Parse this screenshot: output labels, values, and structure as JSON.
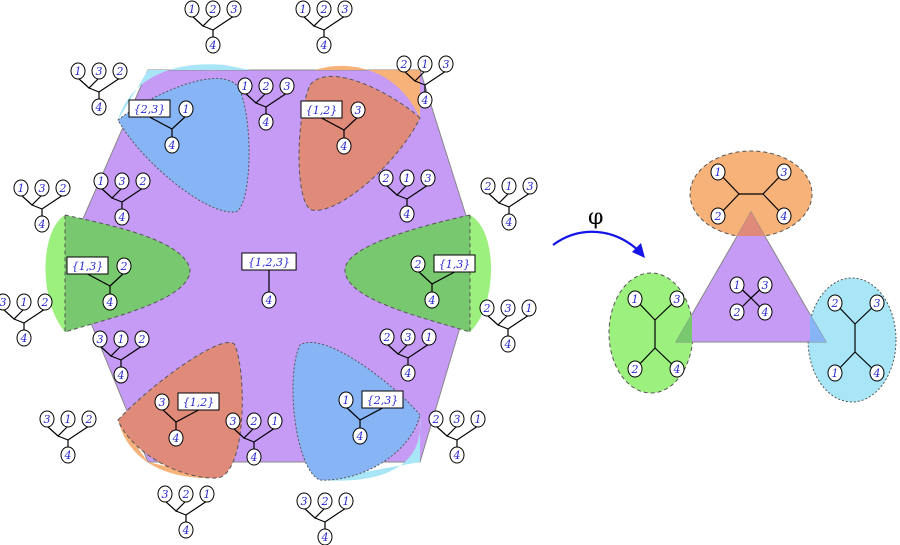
{
  "map_symbol": "φ",
  "colors": {
    "purple": "#c59bf5",
    "blue": "#87b4f5",
    "red": "#e08a7a",
    "orange": "#f7b27a",
    "green": "#8fdc7a",
    "light_green": "#9cf07e",
    "light_blue": "#a8e6f7",
    "label_blue": "#2a2ad0",
    "arrow_blue": "#1515e8"
  },
  "hexagon": {
    "center": {
      "box": "{1,2,3}",
      "root": "4"
    },
    "region_trees": [
      {
        "box": "{2,3}",
        "leaf": "1",
        "root": "4",
        "box_first": false
      },
      {
        "box": "{1,2}",
        "leaf": "3",
        "root": "4",
        "box_first": true
      },
      {
        "box": "{1,3}",
        "leaf": "2",
        "root": "4",
        "box_first": true
      },
      {
        "box": "{1,3}",
        "leaf": "2",
        "root": "4",
        "box_first": false
      },
      {
        "box": "{1,2}",
        "leaf": "3",
        "root": "4",
        "box_first": false
      },
      {
        "box": "{2,3}",
        "leaf": "1",
        "root": "4",
        "box_first": true
      }
    ],
    "inner_trees": [
      {
        "leaves": [
          "1",
          "2",
          "3"
        ],
        "root": "4"
      },
      {
        "leaves": [
          "2",
          "1",
          "3"
        ],
        "root": "4"
      },
      {
        "leaves": [
          "1",
          "3",
          "2"
        ],
        "root": "4"
      },
      {
        "leaves": [
          "2",
          "3",
          "1"
        ],
        "root": "4"
      },
      {
        "leaves": [
          "3",
          "1",
          "2"
        ],
        "root": "4"
      },
      {
        "leaves": [
          "3",
          "2",
          "1"
        ],
        "root": "4"
      }
    ],
    "outer_trees": [
      {
        "leaves": [
          "1",
          "2",
          "3"
        ],
        "root": "4"
      },
      {
        "leaves": [
          "1",
          "2",
          "3"
        ],
        "root": "4"
      },
      {
        "leaves": [
          "2",
          "1",
          "3"
        ],
        "root": "4"
      },
      {
        "leaves": [
          "2",
          "1",
          "3"
        ],
        "root": "4"
      },
      {
        "leaves": [
          "2",
          "3",
          "1"
        ],
        "root": "4"
      },
      {
        "leaves": [
          "2",
          "3",
          "1"
        ],
        "root": "4"
      },
      {
        "leaves": [
          "3",
          "2",
          "1"
        ],
        "root": "4"
      },
      {
        "leaves": [
          "3",
          "2",
          "1"
        ],
        "root": "4"
      },
      {
        "leaves": [
          "3",
          "1",
          "2"
        ],
        "root": "4"
      },
      {
        "leaves": [
          "3",
          "1",
          "2"
        ],
        "root": "4"
      },
      {
        "leaves": [
          "1",
          "3",
          "2"
        ],
        "root": "4"
      },
      {
        "leaves": [
          "1",
          "3",
          "2"
        ],
        "root": "4"
      }
    ]
  },
  "triangle": {
    "center": {
      "leaves": [
        "1",
        "3",
        "2",
        "4"
      ]
    },
    "top": {
      "leaves": [
        "1",
        "3",
        "2",
        "4"
      ]
    },
    "left": {
      "leaves": [
        "1",
        "3",
        "2",
        "4"
      ]
    },
    "right": {
      "leaves": [
        "2",
        "3",
        "1",
        "4"
      ]
    }
  }
}
